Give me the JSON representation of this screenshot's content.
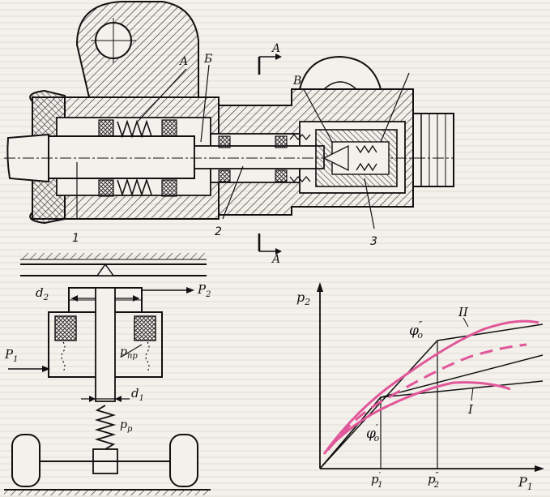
{
  "drawing": {
    "section_labels": {
      "a_top": "A",
      "a_bottom": "A"
    },
    "region_labels": {
      "A": "A",
      "B": "Б",
      "C": "В"
    },
    "part_numbers": {
      "p1": "1",
      "p2": "2",
      "p3": "3"
    }
  },
  "schematic": {
    "d2": "d",
    "d2_sub": "2",
    "d1": "d",
    "d1_sub": "1",
    "P2": "P",
    "P2_sub": "2",
    "P1": "P",
    "P1_sub": "1",
    "ppr": "p",
    "ppr_sub": "пр",
    "pp": "p",
    "pp_sub": "р"
  },
  "graph": {
    "y_axis": "p",
    "y_axis_sub": "2",
    "x_axis": "P",
    "x_axis_sub": "1",
    "curve_II": "II",
    "curve_I": "I",
    "phi2": "φ",
    "phi2_sup": "″",
    "phi2_sub": "o",
    "phi1": "φ",
    "phi1_sup": "′",
    "phi1_sub": "o",
    "p1_tick": "p",
    "p1_tick_sup": "′",
    "p1_tick_sub": "1",
    "p2_tick": "p",
    "p2_tick_sup": "″",
    "p2_tick_sub": "2",
    "accent_color": "#e0579a"
  }
}
